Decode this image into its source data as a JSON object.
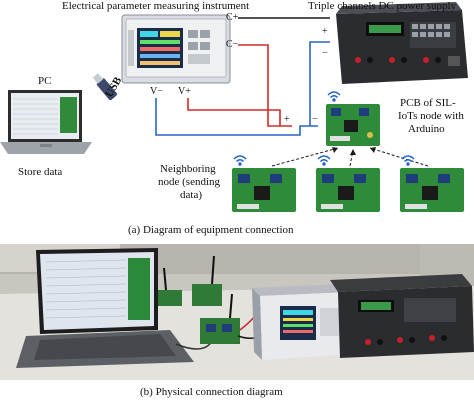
{
  "diagram": {
    "labels": {
      "instrument": "Electrical parameter measuring instrument",
      "power_supply": "Triple channels DC power supply",
      "pc": "PC",
      "store_data": "Store data",
      "usb": "USB",
      "pcb_line1": "PCB of SIL-",
      "pcb_line2": "IoTs node with",
      "pcb_line3": "Arduino",
      "neighbor_line1": "Neighboring",
      "neighbor_line2": "node (sending",
      "neighbor_line3": "data)",
      "c_plus": "C+",
      "c_minus": "C−",
      "v_minus": "V−",
      "v_plus": "V+",
      "plus_sign": "+",
      "minus_sign": "−",
      "supply_plus": "+",
      "supply_minus": "−"
    },
    "caption_a": "(a) Diagram of equipment connection",
    "caption_b": "(b) Physical connection diagram"
  },
  "colors": {
    "wire_red": "#d22a2a",
    "wire_blue": "#2a63c9",
    "wire_black": "#1a1a1a",
    "pcb_green": "#2e8b3a",
    "wifi_blue": "#1f5fd1"
  },
  "icons": [
    "wifi-icon",
    "usb-icon",
    "laptop-icon",
    "instrument-icon",
    "power-supply-icon",
    "pcb-icon"
  ]
}
